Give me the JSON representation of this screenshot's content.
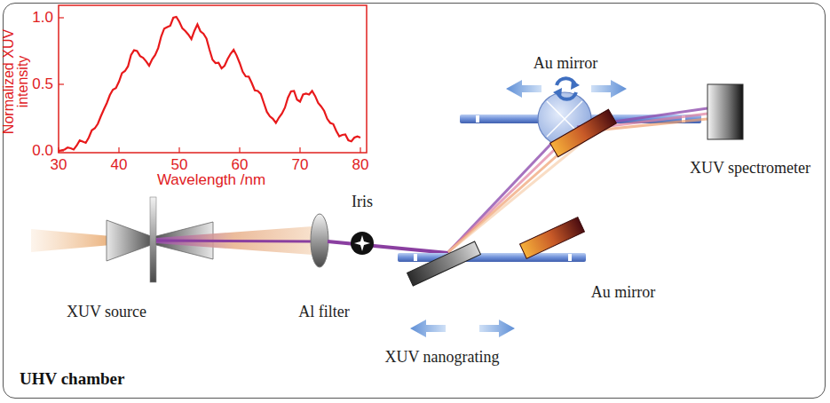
{
  "diagram": {
    "nodes": [
      {
        "text": [
          "UHV chamber"
        ]
      }
    ],
    "labels": [
      "Normalized XUV intensity",
      "1.0",
      "0.5",
      "0.0",
      "30",
      "40",
      "50",
      "60",
      "70",
      "80",
      "Wavelength /nm",
      "Au mirror",
      "XUV spectrometer",
      "XUV source",
      "Al filter",
      "Iris",
      "XUV nanograting",
      "Au mirror"
    ]
  }
}
